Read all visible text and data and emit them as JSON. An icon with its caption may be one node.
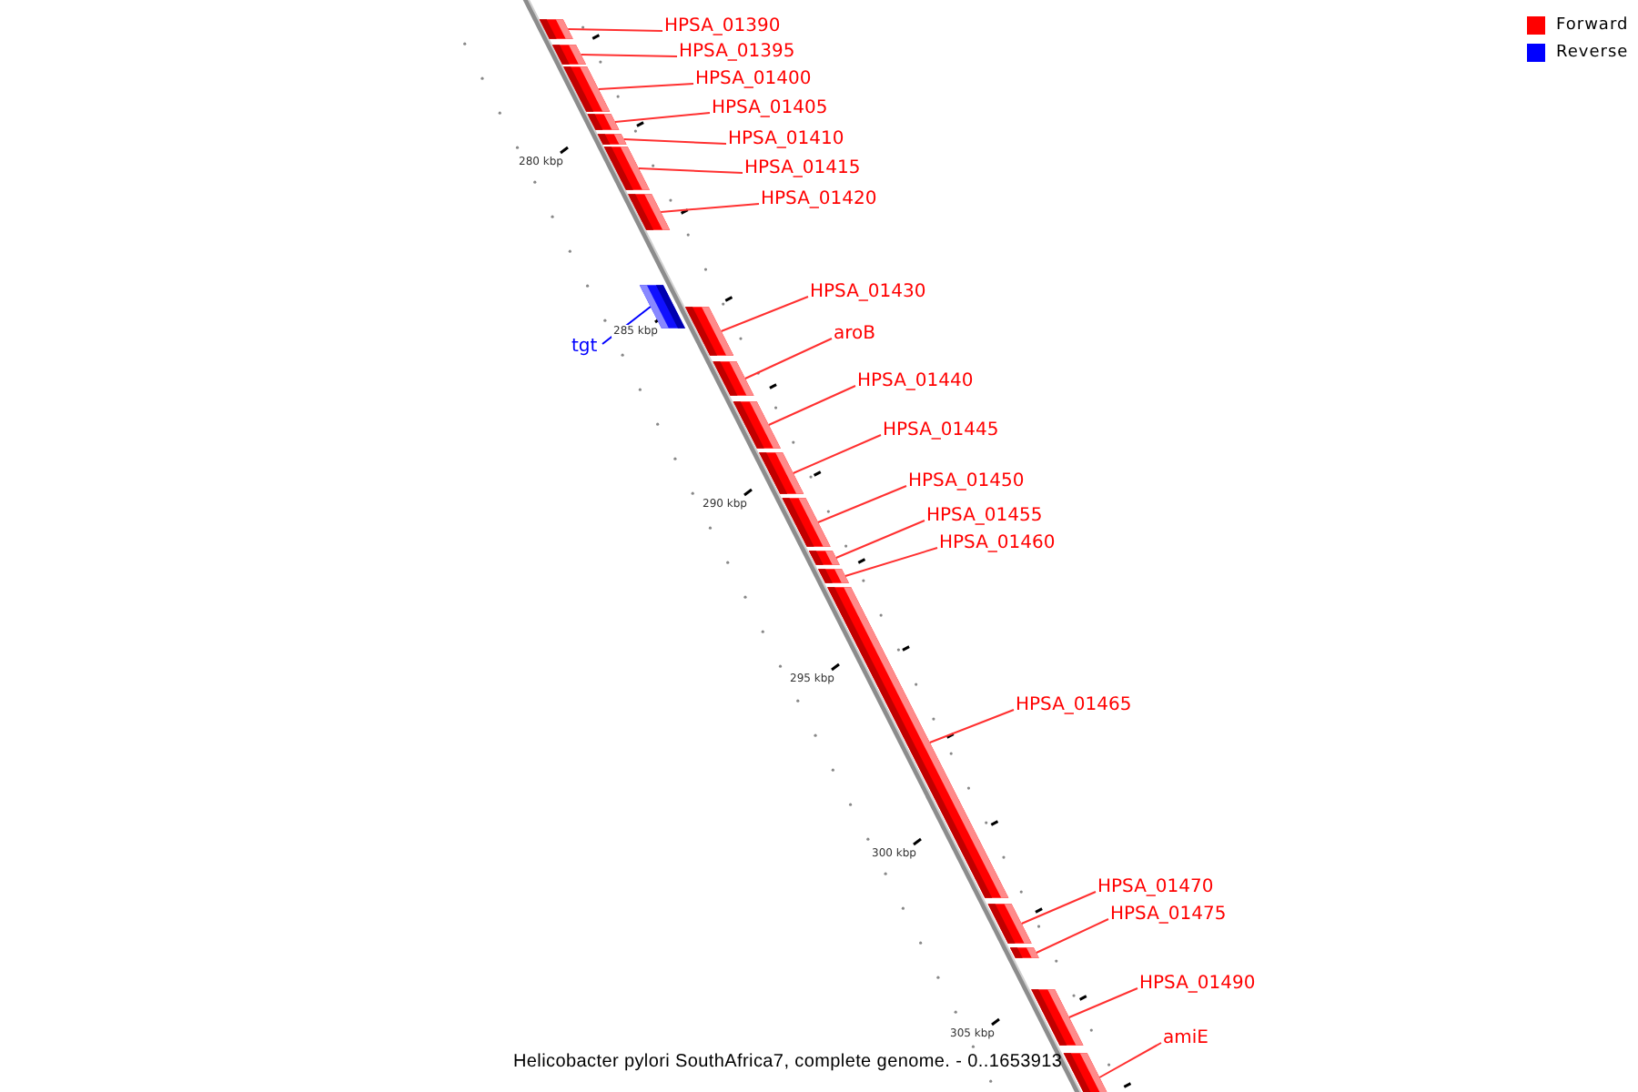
{
  "diagram": {
    "caption": "Helicobacter pylori SouthAfrica7, complete genome. - 0..1653913",
    "nodes": [
      {
        "text": [
          "HPSA_01390"
        ]
      },
      {
        "text": [
          "HPSA_01395"
        ]
      },
      {
        "text": [
          "HPSA_01400"
        ]
      },
      {
        "text": [
          "HPSA_01405"
        ]
      },
      {
        "text": [
          "HPSA_01410"
        ]
      },
      {
        "text": [
          "HPSA_01415"
        ]
      },
      {
        "text": [
          "HPSA_01420"
        ]
      },
      {
        "text": [
          "tgt"
        ]
      },
      {
        "text": [
          "HPSA_01430"
        ]
      },
      {
        "text": [
          "aroB"
        ]
      },
      {
        "text": [
          "HPSA_01440"
        ]
      },
      {
        "text": [
          "HPSA_01445"
        ]
      },
      {
        "text": [
          "HPSA_01450"
        ]
      },
      {
        "text": [
          "HPSA_01455"
        ]
      },
      {
        "text": [
          "HPSA_01460"
        ]
      },
      {
        "text": [
          "HPSA_01465"
        ]
      },
      {
        "text": [
          "HPSA_01470"
        ]
      },
      {
        "text": [
          "HPSA_01475"
        ]
      },
      {
        "text": [
          "HPSA_01490"
        ]
      },
      {
        "text": [
          "amiE"
        ]
      },
      {
        "text": [],
        "shape": "bar"
      },
      {
        "text": [],
        "shape": "bar"
      },
      {
        "text": [],
        "shape": "bar"
      },
      {
        "text": [],
        "shape": "bar"
      },
      {
        "text": [],
        "shape": "bar"
      },
      {
        "text": [],
        "shape": "bar"
      },
      {
        "text": [],
        "shape": "bar"
      },
      {
        "text": [],
        "shape": "bar"
      },
      {
        "text": [],
        "shape": "bar"
      },
      {
        "text": [],
        "shape": "bar"
      },
      {
        "text": [],
        "shape": "bar"
      },
      {
        "text": [],
        "shape": "bar"
      },
      {
        "text": [],
        "shape": "bar"
      },
      {
        "text": [],
        "shape": "bar"
      },
      {
        "text": [],
        "shape": "bar"
      },
      {
        "text": [],
        "shape": "bar"
      },
      {
        "text": [],
        "shape": "bar"
      },
      {
        "text": [],
        "shape": "bar"
      },
      {
        "text": [],
        "shape": "bar"
      },
      {
        "text": [],
        "shape": "bar"
      }
    ],
    "edges": [
      {
        "from": 0,
        "to": 20,
        "arrow": "none"
      },
      {
        "from": 1,
        "to": 21,
        "arrow": "none"
      },
      {
        "from": 2,
        "to": 22,
        "arrow": "none"
      },
      {
        "from": 3,
        "to": 23,
        "arrow": "none"
      },
      {
        "from": 4,
        "to": 24,
        "arrow": "none"
      },
      {
        "from": 5,
        "to": 25,
        "arrow": "none"
      },
      {
        "from": 6,
        "to": 26,
        "arrow": "none"
      },
      {
        "from": 7,
        "to": 27,
        "arrow": "none",
        "color": "#0000ff"
      },
      {
        "from": 8,
        "to": 28,
        "arrow": "none"
      },
      {
        "from": 9,
        "to": 29,
        "arrow": "none"
      },
      {
        "from": 10,
        "to": 30,
        "arrow": "none"
      },
      {
        "from": 11,
        "to": 31,
        "arrow": "none"
      },
      {
        "from": 12,
        "to": 32,
        "arrow": "none"
      },
      {
        "from": 13,
        "to": 33,
        "arrow": "none"
      },
      {
        "from": 14,
        "to": 34,
        "arrow": "none"
      },
      {
        "from": 15,
        "to": 35,
        "arrow": "none"
      },
      {
        "from": 16,
        "to": 36,
        "arrow": "none"
      },
      {
        "from": 17,
        "to": 37,
        "arrow": "none"
      },
      {
        "from": 18,
        "to": 38,
        "arrow": "none"
      },
      {
        "from": 19,
        "to": 39,
        "arrow": "none"
      }
    ],
    "labels": [
      "280 kbp",
      "285 kbp",
      "290 kbp",
      "295 kbp",
      "300 kbp",
      "305 kbp"
    ],
    "legend": [
      {
        "text": "Forward",
        "color": "#ff0000"
      },
      {
        "text": "Reverse",
        "color": "#0000ff"
      }
    ]
  }
}
